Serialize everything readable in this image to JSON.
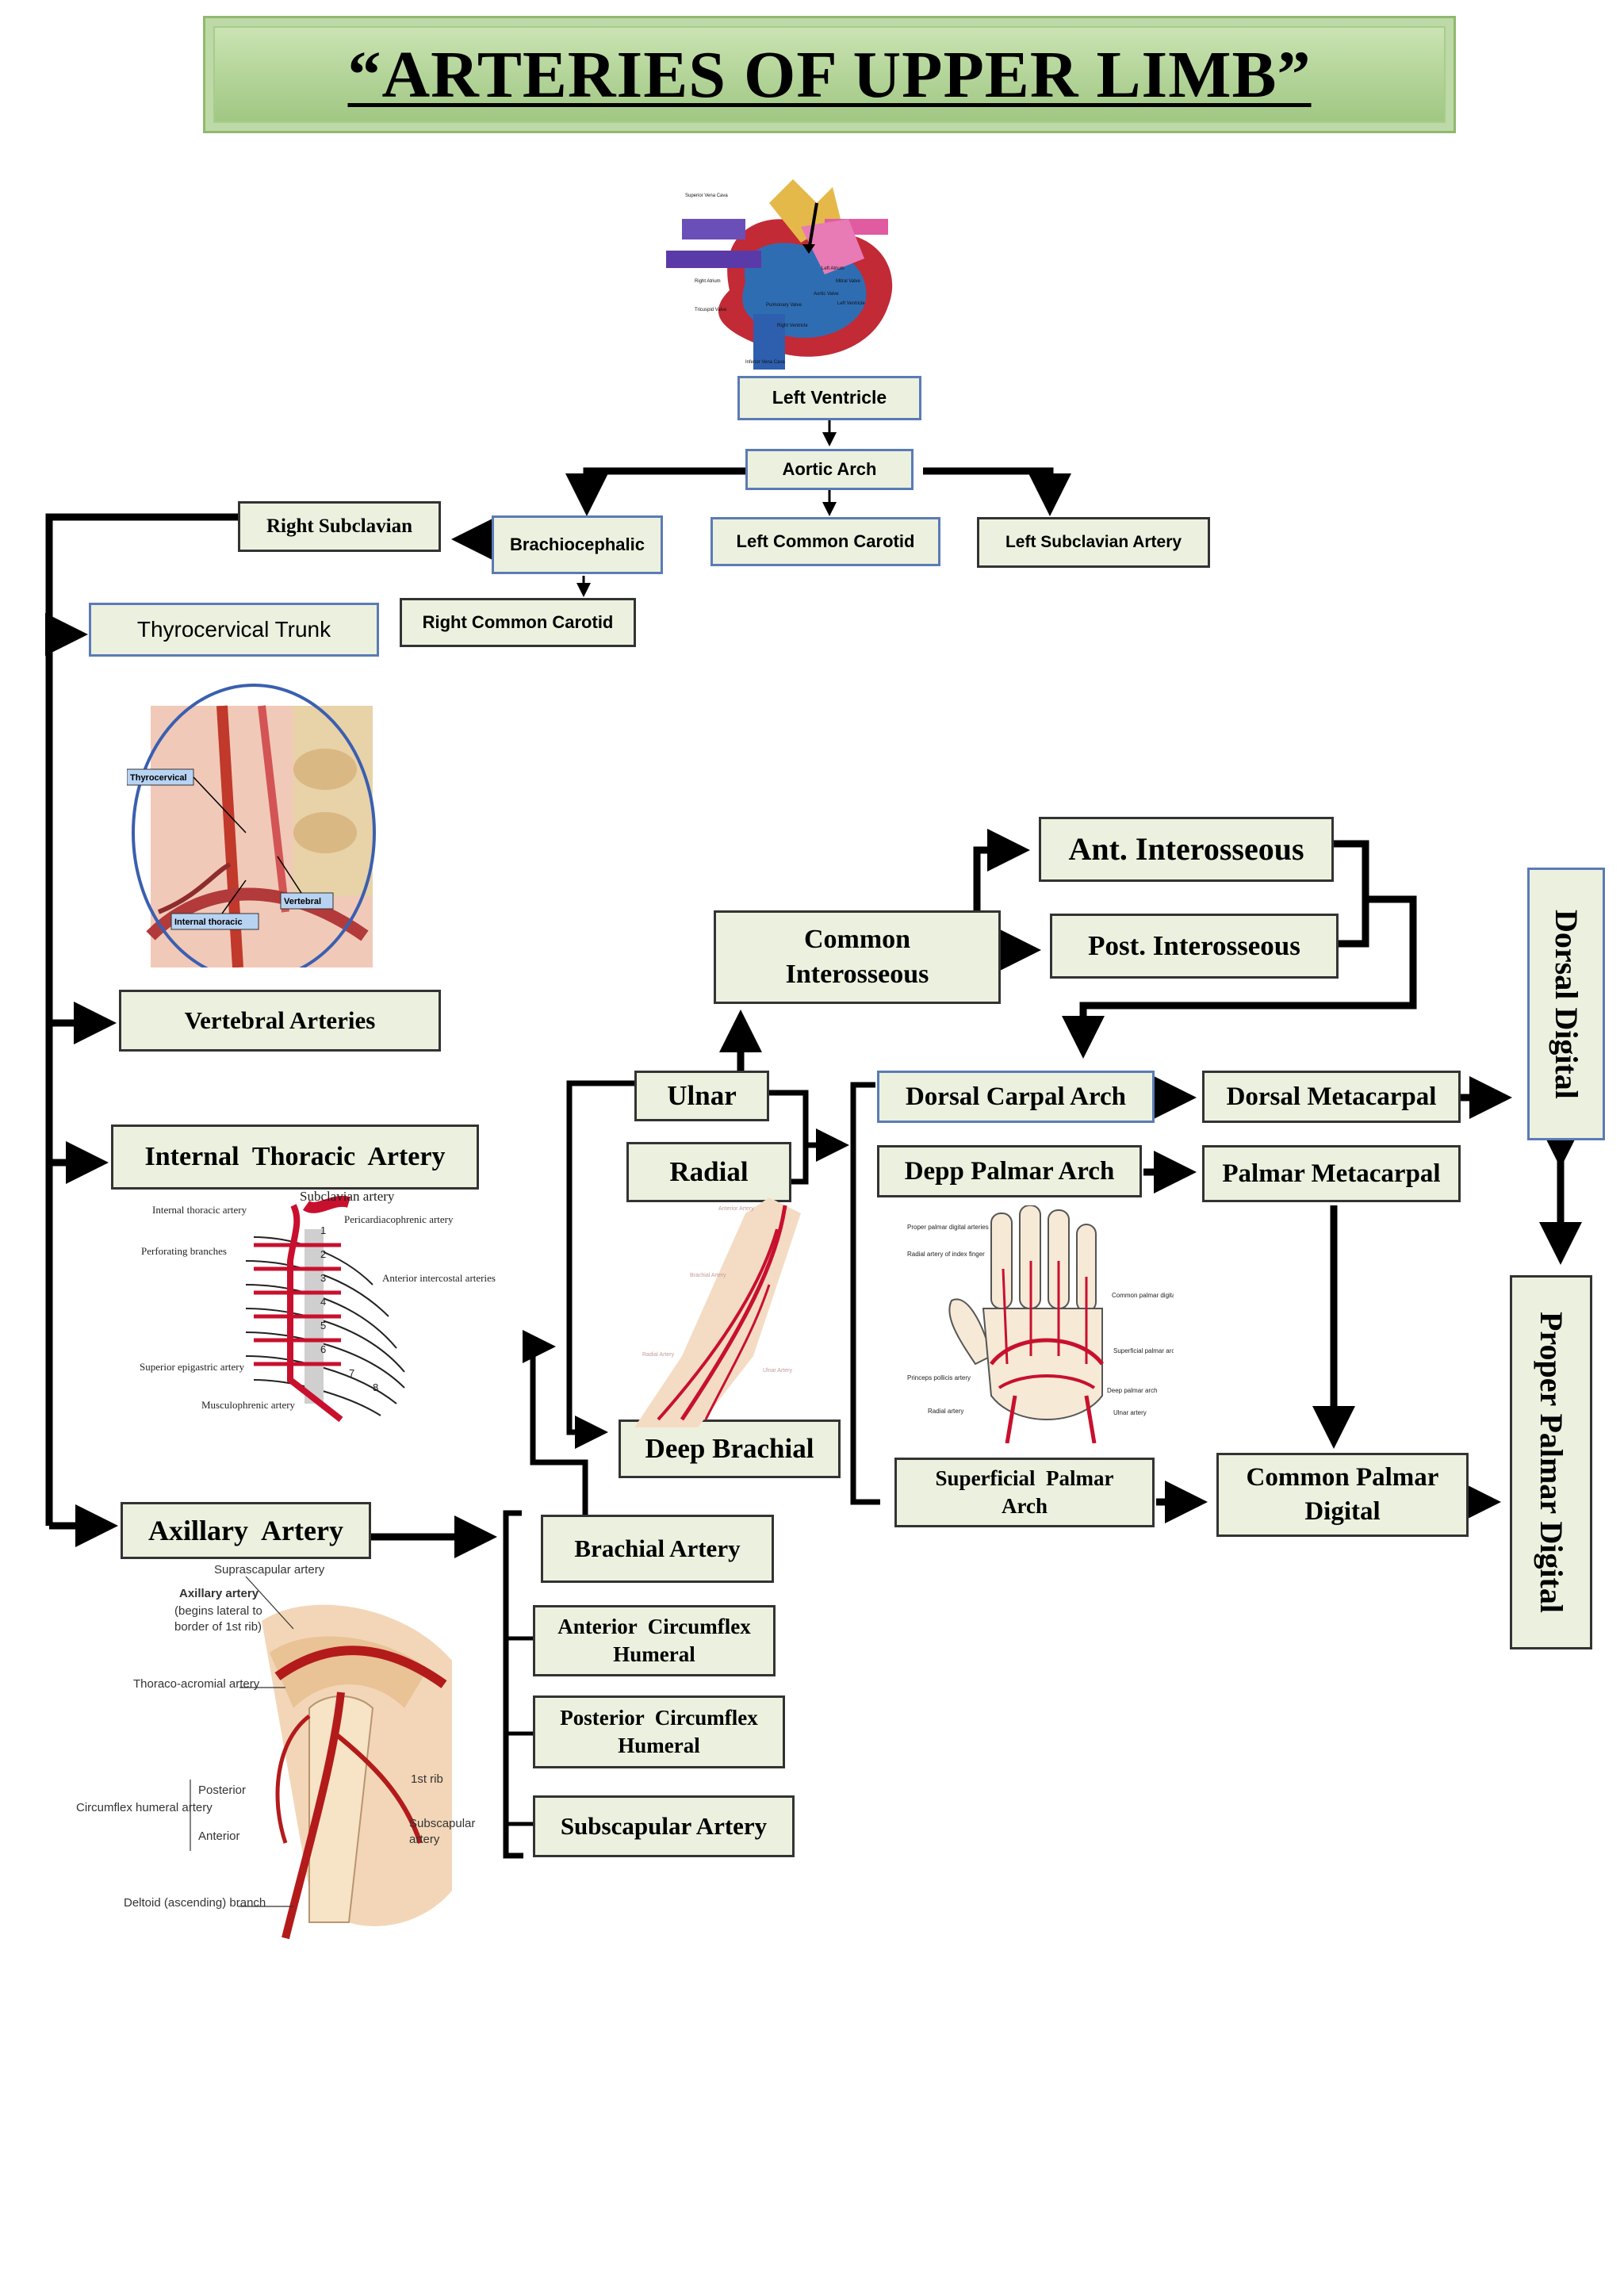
{
  "title": "“ARTERIES OF UPPER LIMB”",
  "boxes": {
    "left_ventricle": "Left Ventricle",
    "aortic_arch": "Aortic Arch",
    "brachiocephalic": "Brachiocephalic",
    "left_common_carotid": "Left Common Carotid",
    "left_subclavian": "Left Subclavian Artery",
    "right_subclavian": "Right Subclavian",
    "right_common_carotid": "Right Common Carotid",
    "thyrocervical_trunk": "Thyrocervical Trunk",
    "vertebral_arteries": "Vertebral Arteries",
    "internal_thoracic": "Internal  Thoracic  Artery",
    "axillary": "Axillary  Artery",
    "brachial": "Brachial Artery",
    "anterior_circumflex": "Anterior  Circumflex Humeral",
    "posterior_circumflex": "Posterior  Circumflex Humeral",
    "subscapular": "Subscapular Artery",
    "deep_brachial": "Deep Brachial",
    "ulnar": "Ulnar",
    "radial": "Radial",
    "common_interosseous": "Common Interosseous",
    "ant_interosseous": "Ant. Interosseous",
    "post_interosseous": "Post. Interosseous",
    "dorsal_carpal_arch": "Dorsal Carpal Arch",
    "deep_palmar_arch": "Depp Palmar Arch",
    "dorsal_metacarpal": "Dorsal Metacarpal",
    "palmar_metacarpal": "Palmar Metacarpal",
    "superficial_palmar_arch": "Superficial  Palmar Arch",
    "common_palmar_digital": "Common Palmar Digital",
    "dorsal_digital": "Dorsal Digital",
    "proper_palmar_digital": "Proper Palmar Digital"
  },
  "illustrations": {
    "heart": {
      "labels": [
        "Superior Vena Cava",
        "Right Atrium",
        "Tricuspid Valve",
        "Right Ventricle",
        "Inferior Vena Cava",
        "Left Atrium",
        "Mitral Valve",
        "Left Ventricle",
        "Pulmonary Valve",
        "Aortic Valve"
      ]
    },
    "thyrocervical": {
      "labels": [
        "Thyrocervical",
        "Vertebral",
        "Internal thoracic"
      ]
    },
    "internal_thoracic": {
      "labels": [
        "Subclavian artery",
        "Internal thoracic artery",
        "Pericardiacophrenic artery",
        "Perforating branches",
        "Anterior intercostal arteries",
        "Superior epigastric artery",
        "Musculophrenic artery"
      ],
      "rib_numbers": [
        "1",
        "2",
        "3",
        "4",
        "5",
        "6",
        "7",
        "8"
      ]
    },
    "arm": {
      "labels": [
        "Anterior Artery",
        "Brachial Artery",
        "Radial Artery",
        "Ulnar Artery"
      ]
    },
    "hand": {
      "labels": [
        "Proper palmar digital arteries",
        "Radial artery of index finger",
        "Common palmar digital arteries",
        "Superficial palmar arch",
        "Deep palmar arch",
        "Princeps pollicis artery",
        "Radial artery",
        "Ulnar artery"
      ]
    },
    "shoulder": {
      "labels": [
        "Suprascapular artery",
        "Axillary artery",
        "(begins lateral to",
        "border of 1st rib)",
        "Thoraco-acromial artery",
        "Posterior",
        "Circumflex humeral artery",
        "Anterior",
        "1st rib",
        "Subscapular",
        "artery",
        "Deltoid (ascending) branch"
      ]
    }
  },
  "colors": {
    "box_fill": "#ebf1de",
    "title_fill": "#b4d59a",
    "line": "#000000",
    "artery_red": "#c8102e"
  }
}
